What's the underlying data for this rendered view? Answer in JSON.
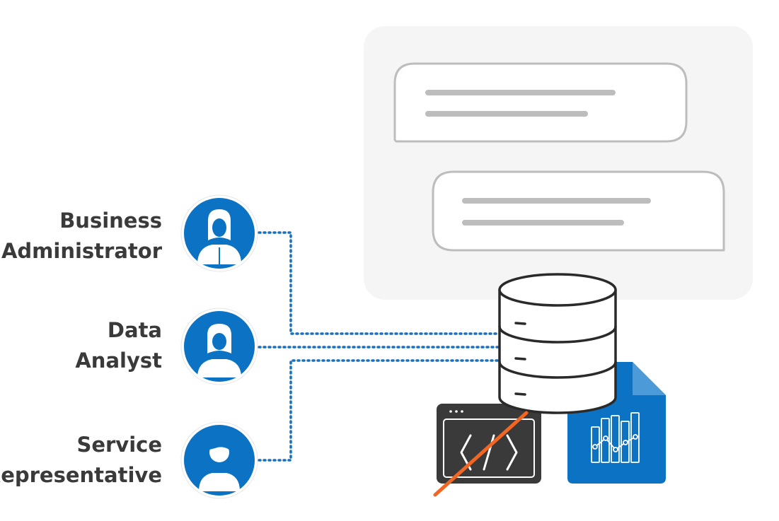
{
  "personas": [
    {
      "id": "business-administrator",
      "line1": "Business",
      "line2": "Administrator",
      "avatar": "woman-icon"
    },
    {
      "id": "data-analyst",
      "line1": "Data",
      "line2": "Analyst",
      "avatar": "woman-icon"
    },
    {
      "id": "service-representative",
      "line1": "Service",
      "line2": "Representative",
      "avatar": "man-icon"
    }
  ],
  "icons": {
    "database": "database-icon",
    "code": "code-window-icon",
    "report": "chart-document-icon",
    "chat": "chat-bubble-icon"
  },
  "colors": {
    "brand_blue": "#0b72c4",
    "connector_blue": "#1a6fbe",
    "panel": "#f5f5f5",
    "bubble_outline": "#bdbdbd",
    "code_window": "#3a3a3a",
    "strike": "#f26522"
  }
}
